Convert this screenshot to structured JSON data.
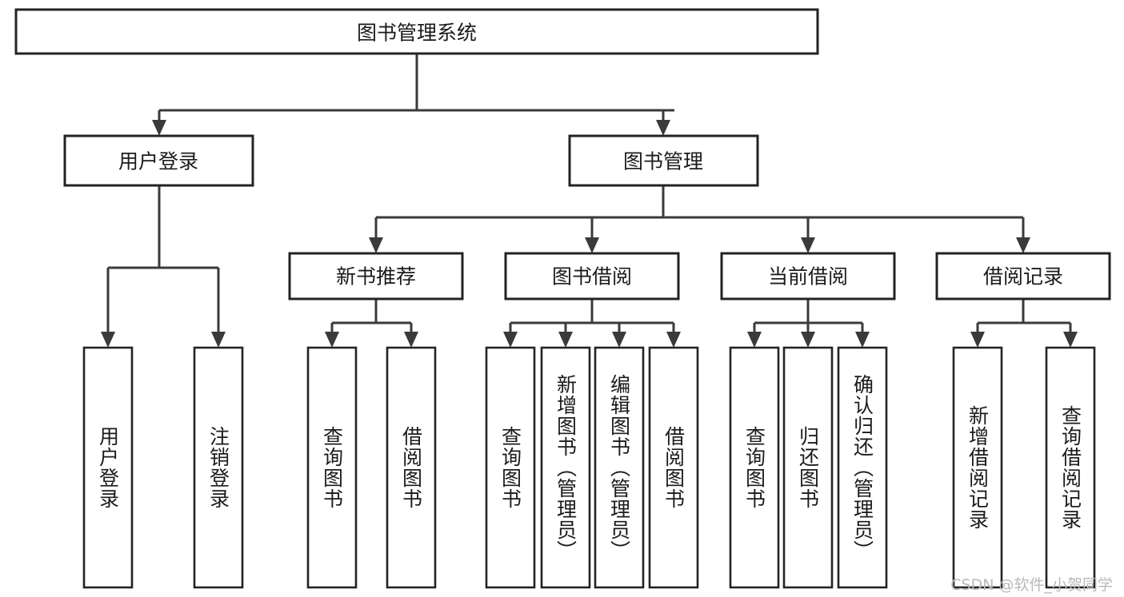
{
  "diagram": {
    "type": "tree-hierarchy",
    "title": "图书管理系统",
    "root": {
      "label": "图书管理系统",
      "orientation": "horizontal"
    },
    "level2": [
      {
        "label": "用户登录",
        "orientation": "horizontal"
      },
      {
        "label": "图书管理",
        "orientation": "horizontal"
      }
    ],
    "level3": [
      {
        "label": "新书推荐",
        "orientation": "horizontal"
      },
      {
        "label": "图书借阅",
        "orientation": "horizontal"
      },
      {
        "label": "当前借阅",
        "orientation": "horizontal"
      },
      {
        "label": "借阅记录",
        "orientation": "horizontal"
      }
    ],
    "leaves": {
      "user_login": [
        {
          "label": "用户登录",
          "orientation": "vertical"
        },
        {
          "label": "注销登录",
          "orientation": "vertical"
        }
      ],
      "new_book_recommend": [
        {
          "label": "查询图书",
          "orientation": "vertical"
        },
        {
          "label": "借阅图书",
          "orientation": "vertical"
        }
      ],
      "book_borrow": [
        {
          "label": "查询图书",
          "orientation": "vertical"
        },
        {
          "label": "新增图书（管理员）",
          "orientation": "vertical"
        },
        {
          "label": "编辑图书（管理员）",
          "orientation": "vertical"
        },
        {
          "label": "借阅图书",
          "orientation": "vertical"
        }
      ],
      "current_borrow": [
        {
          "label": "查询图书",
          "orientation": "vertical"
        },
        {
          "label": "归还图书",
          "orientation": "vertical"
        },
        {
          "label": "确认归还（管理员）",
          "orientation": "vertical"
        }
      ],
      "borrow_record": [
        {
          "label": "新增借阅记录",
          "orientation": "vertical"
        },
        {
          "label": "查询借阅记录",
          "orientation": "vertical"
        }
      ]
    },
    "colors": {
      "background": "#ffffff",
      "box_fill": "#ffffff",
      "box_stroke": "#232323",
      "edge_stroke": "#3a3a3a",
      "text": "#1b1b1b",
      "watermark": "#b9b9b9"
    }
  },
  "watermark": {
    "text": "CSDN @软件_小贺同学"
  }
}
